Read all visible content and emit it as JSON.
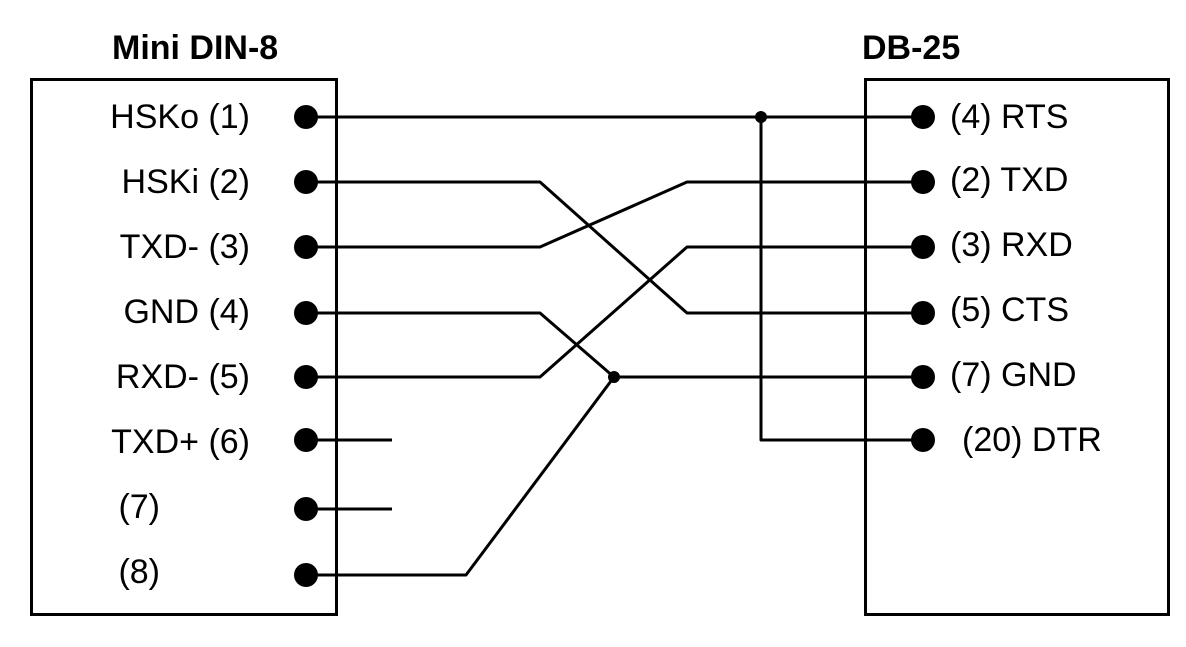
{
  "connectors": {
    "left": {
      "title": "Mini DIN-8",
      "pins": [
        {
          "id": "l1",
          "label": "HSKo (1)"
        },
        {
          "id": "l2",
          "label": "HSKi (2)"
        },
        {
          "id": "l3",
          "label": "TXD- (3)"
        },
        {
          "id": "l4",
          "label": "GND (4)"
        },
        {
          "id": "l5",
          "label": "RXD- (5)"
        },
        {
          "id": "l6",
          "label": "TXD+ (6)"
        },
        {
          "id": "l7",
          "label": "(7)"
        },
        {
          "id": "l8",
          "label": "(8)"
        }
      ]
    },
    "right": {
      "title": "DB-25",
      "pins": [
        {
          "id": "r4",
          "label": "(4) RTS"
        },
        {
          "id": "r2",
          "label": "(2) TXD"
        },
        {
          "id": "r3",
          "label": "(3) RXD"
        },
        {
          "id": "r5",
          "label": "(5) CTS"
        },
        {
          "id": "r7",
          "label": "(7) GND"
        },
        {
          "id": "r20",
          "label": "(20) DTR"
        }
      ]
    }
  },
  "connections": [
    {
      "from": "l1",
      "to": [
        "r4",
        "r20"
      ]
    },
    {
      "from": "l2",
      "to": [
        "r5"
      ]
    },
    {
      "from": "l3",
      "to": [
        "r2"
      ]
    },
    {
      "from": "l4",
      "to": [
        "r7"
      ]
    },
    {
      "from": "l5",
      "to": [
        "r3"
      ]
    },
    {
      "from": "l8",
      "to": [
        "r7"
      ]
    }
  ],
  "unconnected": [
    "l6",
    "l7"
  ]
}
